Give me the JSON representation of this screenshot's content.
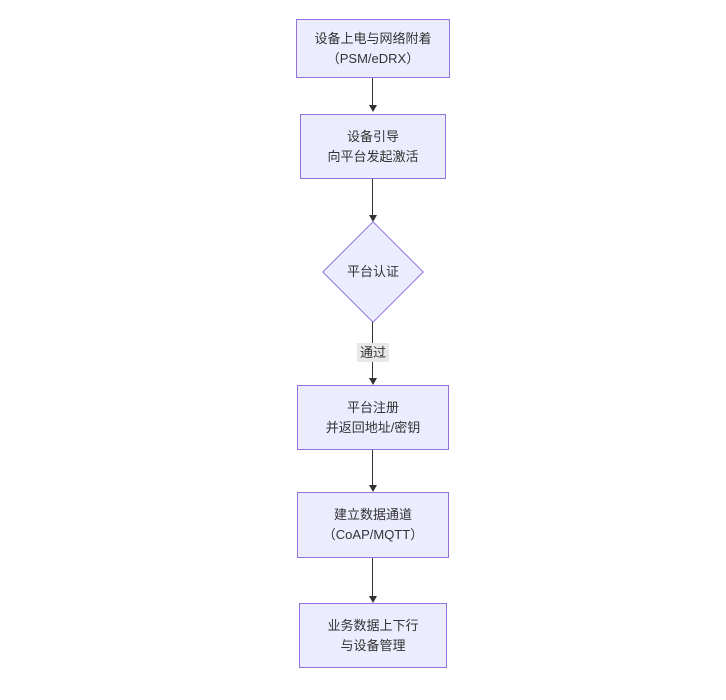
{
  "diagram": {
    "type": "flowchart-top-down",
    "colors": {
      "background": "#ffffff",
      "node_fill": "#ececff",
      "node_border": "#9370db",
      "edge": "#333333",
      "text": "#333333",
      "edge_label_background": "#e8e8e8"
    },
    "nodes": [
      {
        "shape": "rectangle",
        "lines": [
          "设备上电与网络附着",
          "（PSM/eDRX）"
        ]
      },
      {
        "shape": "rectangle",
        "lines": [
          "设备引导",
          "向平台发起激活"
        ]
      },
      {
        "shape": "diamond",
        "lines": [
          "平台认证"
        ]
      },
      {
        "shape": "rectangle",
        "lines": [
          "平台注册",
          "并返回地址/密钥"
        ]
      },
      {
        "shape": "rectangle",
        "lines": [
          "建立数据通道",
          "（CoAP/MQTT）"
        ]
      },
      {
        "shape": "rectangle",
        "lines": [
          "业务数据上下行",
          "与设备管理"
        ]
      }
    ],
    "edges": [
      {
        "label": ""
      },
      {
        "label": ""
      },
      {
        "label": "通过"
      },
      {
        "label": ""
      },
      {
        "label": ""
      }
    ]
  }
}
